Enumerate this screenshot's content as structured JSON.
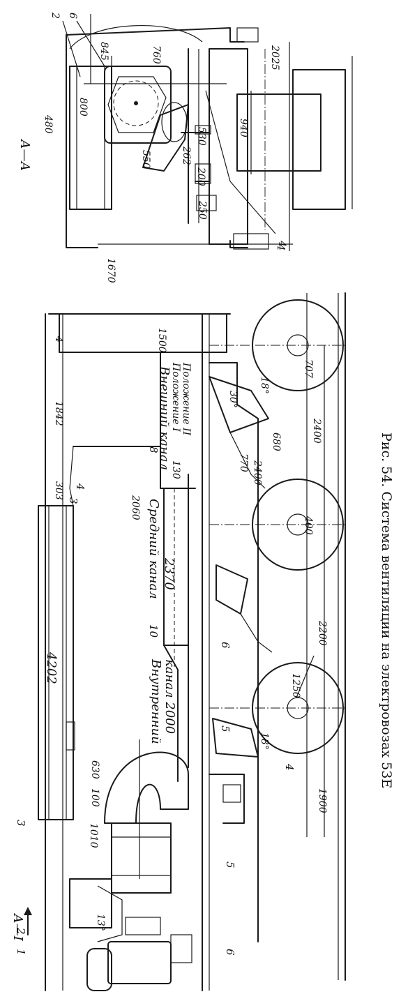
{
  "caption": "Рис. 54. Система вентиляции на электровозах 53Е",
  "section": {
    "label": "А—А",
    "dims": [
      "2",
      "6",
      "845",
      "760",
      "2025",
      "800",
      "480",
      "550",
      "530",
      "262",
      "940",
      "200",
      "250",
      "1670",
      "4"
    ]
  },
  "side": {
    "section_mark": "А—I",
    "part_numbers": [
      "1",
      "2",
      "3",
      "3",
      "4",
      "4",
      "4",
      "5",
      "5",
      "6",
      "6",
      "6",
      "8",
      "10"
    ],
    "channels": {
      "outer": "Внешний канал",
      "middle": "Средний канал",
      "inner_1": "Внутренний",
      "inner_2": "канал 2000"
    },
    "positions": [
      "Положение I",
      "Положение II"
    ],
    "dims": [
      "4",
      "1500",
      "1842",
      "303",
      "4202",
      "130",
      "2060",
      "2370",
      "1010",
      "100",
      "630",
      "707",
      "2400",
      "680",
      "770",
      "2400",
      "400",
      "2200",
      "1250",
      "1900",
      "18°",
      "18°",
      "30°",
      "13°"
    ]
  }
}
